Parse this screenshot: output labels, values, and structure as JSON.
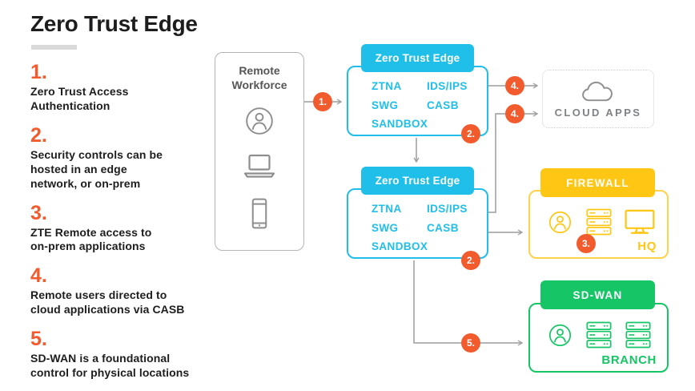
{
  "colors": {
    "accent_orange": "#F15B2D",
    "cyan": "#1FBFE9",
    "yellow": "#FFC614",
    "yellow_border": "#FFD24A",
    "green": "#16C566",
    "wire_gray": "#9B9B9B",
    "text_dark": "#1D1D1F",
    "muted_gray": "#8E8E8E"
  },
  "header": {
    "title": "Zero Trust Edge"
  },
  "steps": [
    {
      "number": "1.",
      "text": "Zero Trust Access\nAuthentication"
    },
    {
      "number": "2.",
      "text": "Security controls can be\nhosted in an edge\nnetwork, or on-prem"
    },
    {
      "number": "3.",
      "text": "ZTE Remote access to\non-prem applications"
    },
    {
      "number": "4.",
      "text": "Remote users directed to\ncloud applications via CASB"
    },
    {
      "number": "5.",
      "text": "SD-WAN is a foundational\ncontrol for physical locations"
    }
  ],
  "remote_workforce": {
    "label": "Remote Workforce",
    "icons": [
      "user-icon",
      "laptop-icon",
      "smartphone-icon"
    ]
  },
  "zero_trust_edge": {
    "header": "Zero Trust Edge",
    "services": [
      "ZTNA",
      "IDS/IPS",
      "SWG",
      "CASB",
      "SANDBOX"
    ]
  },
  "cloud_apps": {
    "label": "CLOUD APPS",
    "icon": "cloud-icon"
  },
  "firewall": {
    "header": "FIREWALL",
    "location": "HQ",
    "icons": [
      "user-icon",
      "server-icon",
      "monitor-icon"
    ]
  },
  "sd_wan": {
    "header": "SD-WAN",
    "location": "BRANCH",
    "icons": [
      "user-icon",
      "server-icon",
      "server-icon"
    ]
  },
  "markers": {
    "step1": "1.",
    "step2": "2.",
    "step3": "3.",
    "step4": "4.",
    "step5": "5."
  }
}
